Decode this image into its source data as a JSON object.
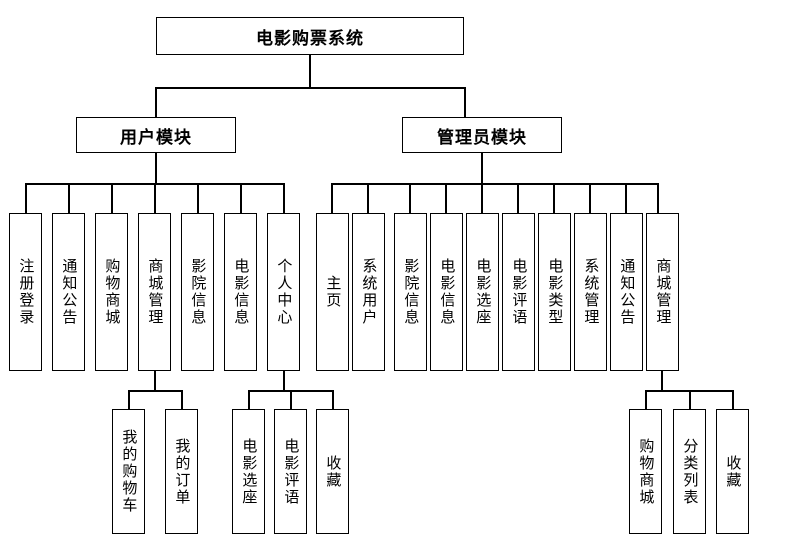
{
  "diagram": {
    "title": "电影购票系统",
    "root": {
      "label": "电影购票系统"
    },
    "modules": [
      {
        "label": "用户模块"
      },
      {
        "label": "管理员模块"
      }
    ],
    "user_children": [
      {
        "label": "注册登录"
      },
      {
        "label": "通知公告"
      },
      {
        "label": "购物商城"
      },
      {
        "label": "商城管理"
      },
      {
        "label": "影院信息"
      },
      {
        "label": "电影信息"
      },
      {
        "label": "个人中心"
      }
    ],
    "admin_children": [
      {
        "label": "主页"
      },
      {
        "label": "系统用户"
      },
      {
        "label": "影院信息"
      },
      {
        "label": "电影信息"
      },
      {
        "label": "电影选座"
      },
      {
        "label": "电影评语"
      },
      {
        "label": "电影类型"
      },
      {
        "label": "系统管理"
      },
      {
        "label": "通知公告"
      },
      {
        "label": "商城管理"
      }
    ],
    "shop_mgmt_children": [
      {
        "label": "我的购物车"
      },
      {
        "label": "我的订单"
      }
    ],
    "personal_center_children": [
      {
        "label": "电影选座"
      },
      {
        "label": "电影评语"
      },
      {
        "label": "收藏"
      }
    ],
    "admin_shop_children": [
      {
        "label": "购物商城"
      },
      {
        "label": "分类列表"
      },
      {
        "label": "收藏"
      }
    ]
  },
  "colors": {
    "stroke": "#000000",
    "fill": "#ffffff"
  }
}
